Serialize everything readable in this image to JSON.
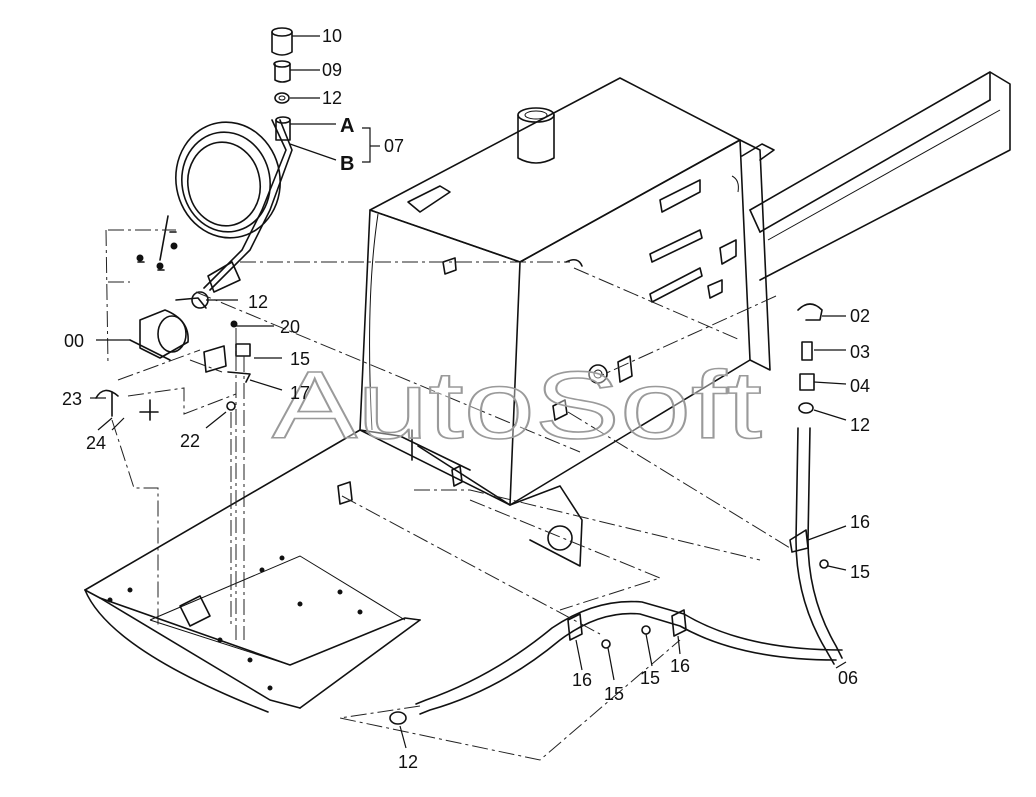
{
  "watermark": "AutoSoft",
  "callouts": {
    "c10": "10",
    "c09": "09",
    "c12_top": "12",
    "cA": "A",
    "cB": "B",
    "c07": "07",
    "c12_mid": "12",
    "c00": "00",
    "c20": "20",
    "c15_solenoid": "15",
    "c17": "17",
    "c23": "23",
    "c24": "24",
    "c22": "22",
    "c02": "02",
    "c03": "03",
    "c04": "04",
    "c12_right": "12",
    "c16_right": "16",
    "c15_right": "15",
    "c06": "06",
    "c16_center": "16",
    "c15_center": "15",
    "c15_centerleft": "15",
    "c16_left": "16",
    "c12_bottom": "12"
  }
}
